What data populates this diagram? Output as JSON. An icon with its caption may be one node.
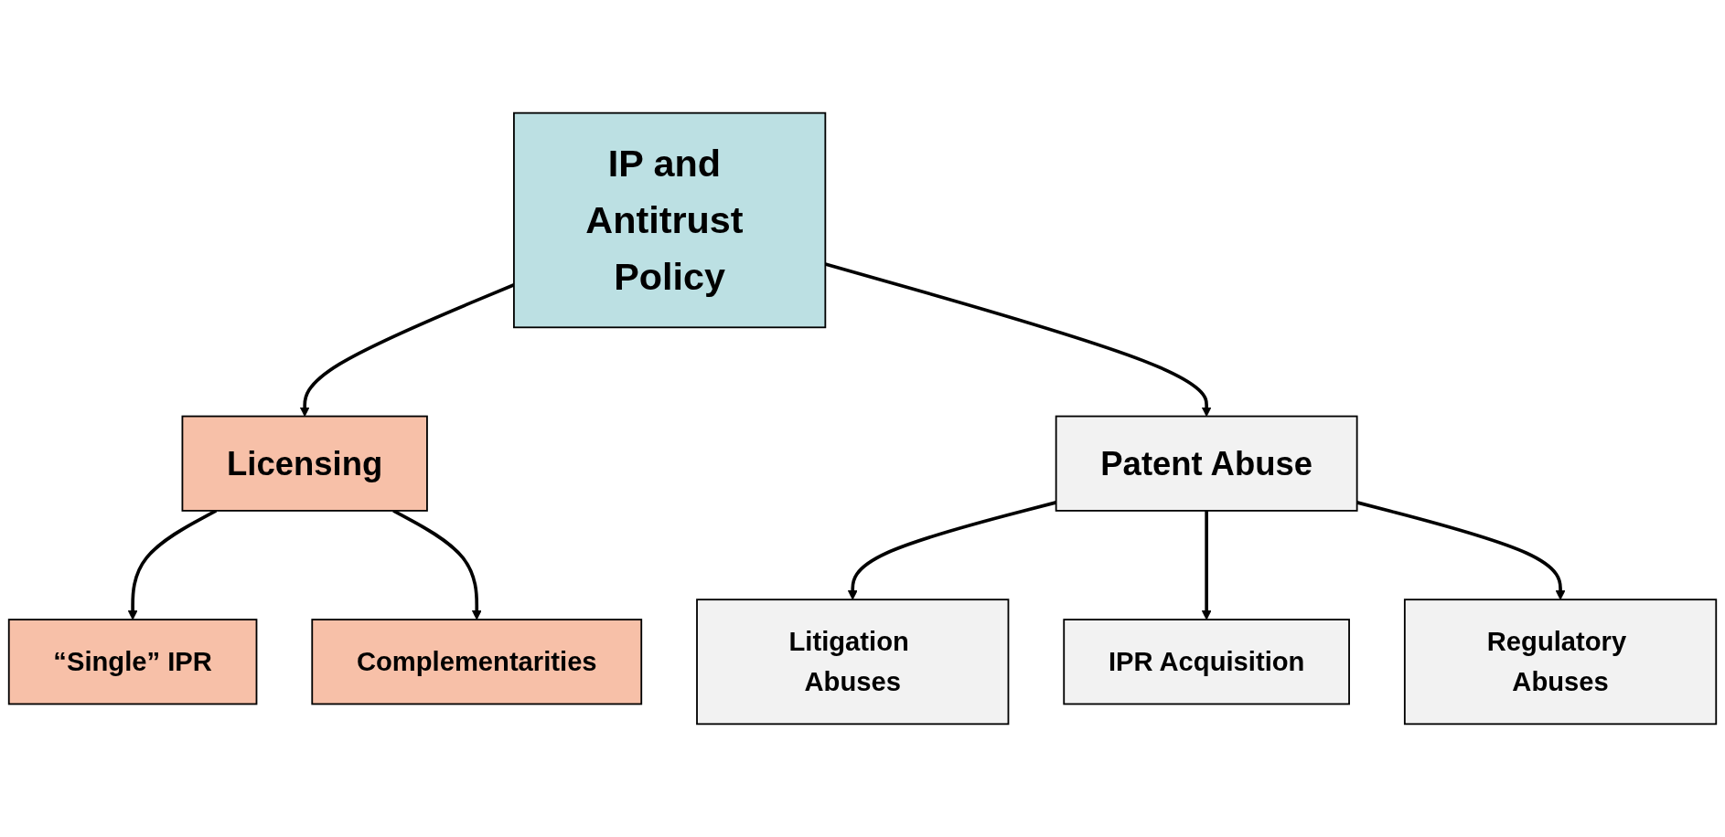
{
  "diagram": {
    "nodes": [
      {
        "text": [
          "IP and Antitrust Policy"
        ]
      },
      {
        "text": [
          "Licensing"
        ]
      },
      {
        "text": [
          "Patent Abuse"
        ]
      },
      {
        "text": [
          "“Single” IPR"
        ]
      },
      {
        "text": [
          "Complementarities"
        ]
      },
      {
        "text": [
          "Litigation Abuses"
        ]
      },
      {
        "text": [
          "IPR Acquisition"
        ]
      },
      {
        "text": [
          "Regulatory Abuses"
        ]
      }
    ],
    "edges": [
      {
        "from": 0,
        "to": 1,
        "arrow": "to"
      },
      {
        "from": 0,
        "to": 2,
        "arrow": "to"
      },
      {
        "from": 1,
        "to": 3,
        "arrow": "to"
      },
      {
        "from": 1,
        "to": 4,
        "arrow": "to"
      },
      {
        "from": 2,
        "to": 5,
        "arrow": "to"
      },
      {
        "from": 2,
        "to": 6,
        "arrow": "to"
      },
      {
        "from": 2,
        "to": 7,
        "arrow": "to"
      }
    ]
  }
}
